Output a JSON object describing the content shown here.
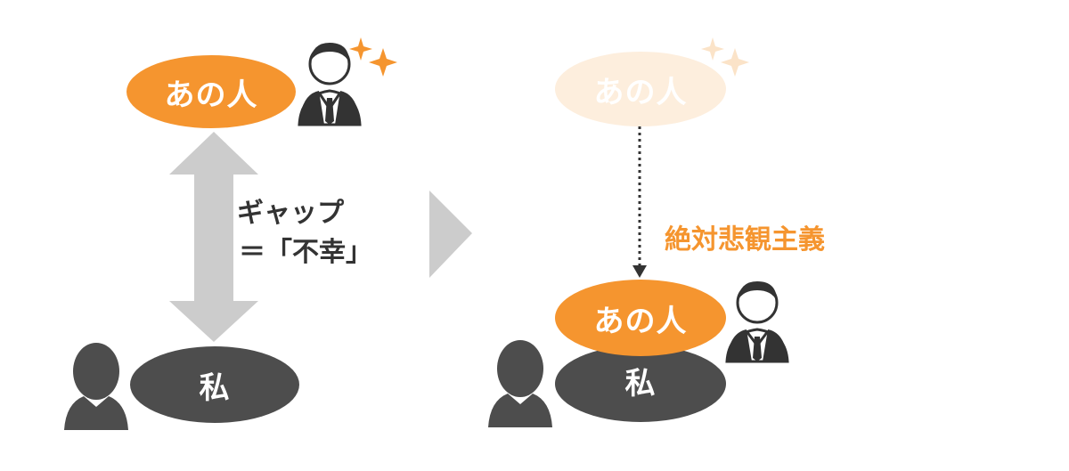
{
  "left": {
    "other_label": "あの人",
    "self_label": "私",
    "gap_line1": "ギャップ",
    "gap_line2": "＝「不幸」"
  },
  "right": {
    "faded_other_label": "あの人",
    "other_label": "あの人",
    "self_label": "私",
    "pessimism_label": "絶対悲観主義"
  },
  "colors": {
    "accent": "#f5952f",
    "faded_accent": "#fdeedd",
    "dark": "#4d4d4d",
    "arrow_gray": "#cccccc",
    "text": "#333333"
  },
  "icons": [
    "businessman-icon",
    "person-silhouette-icon",
    "sparkle-icon",
    "chevron-right-icon",
    "double-arrow-icon"
  ]
}
